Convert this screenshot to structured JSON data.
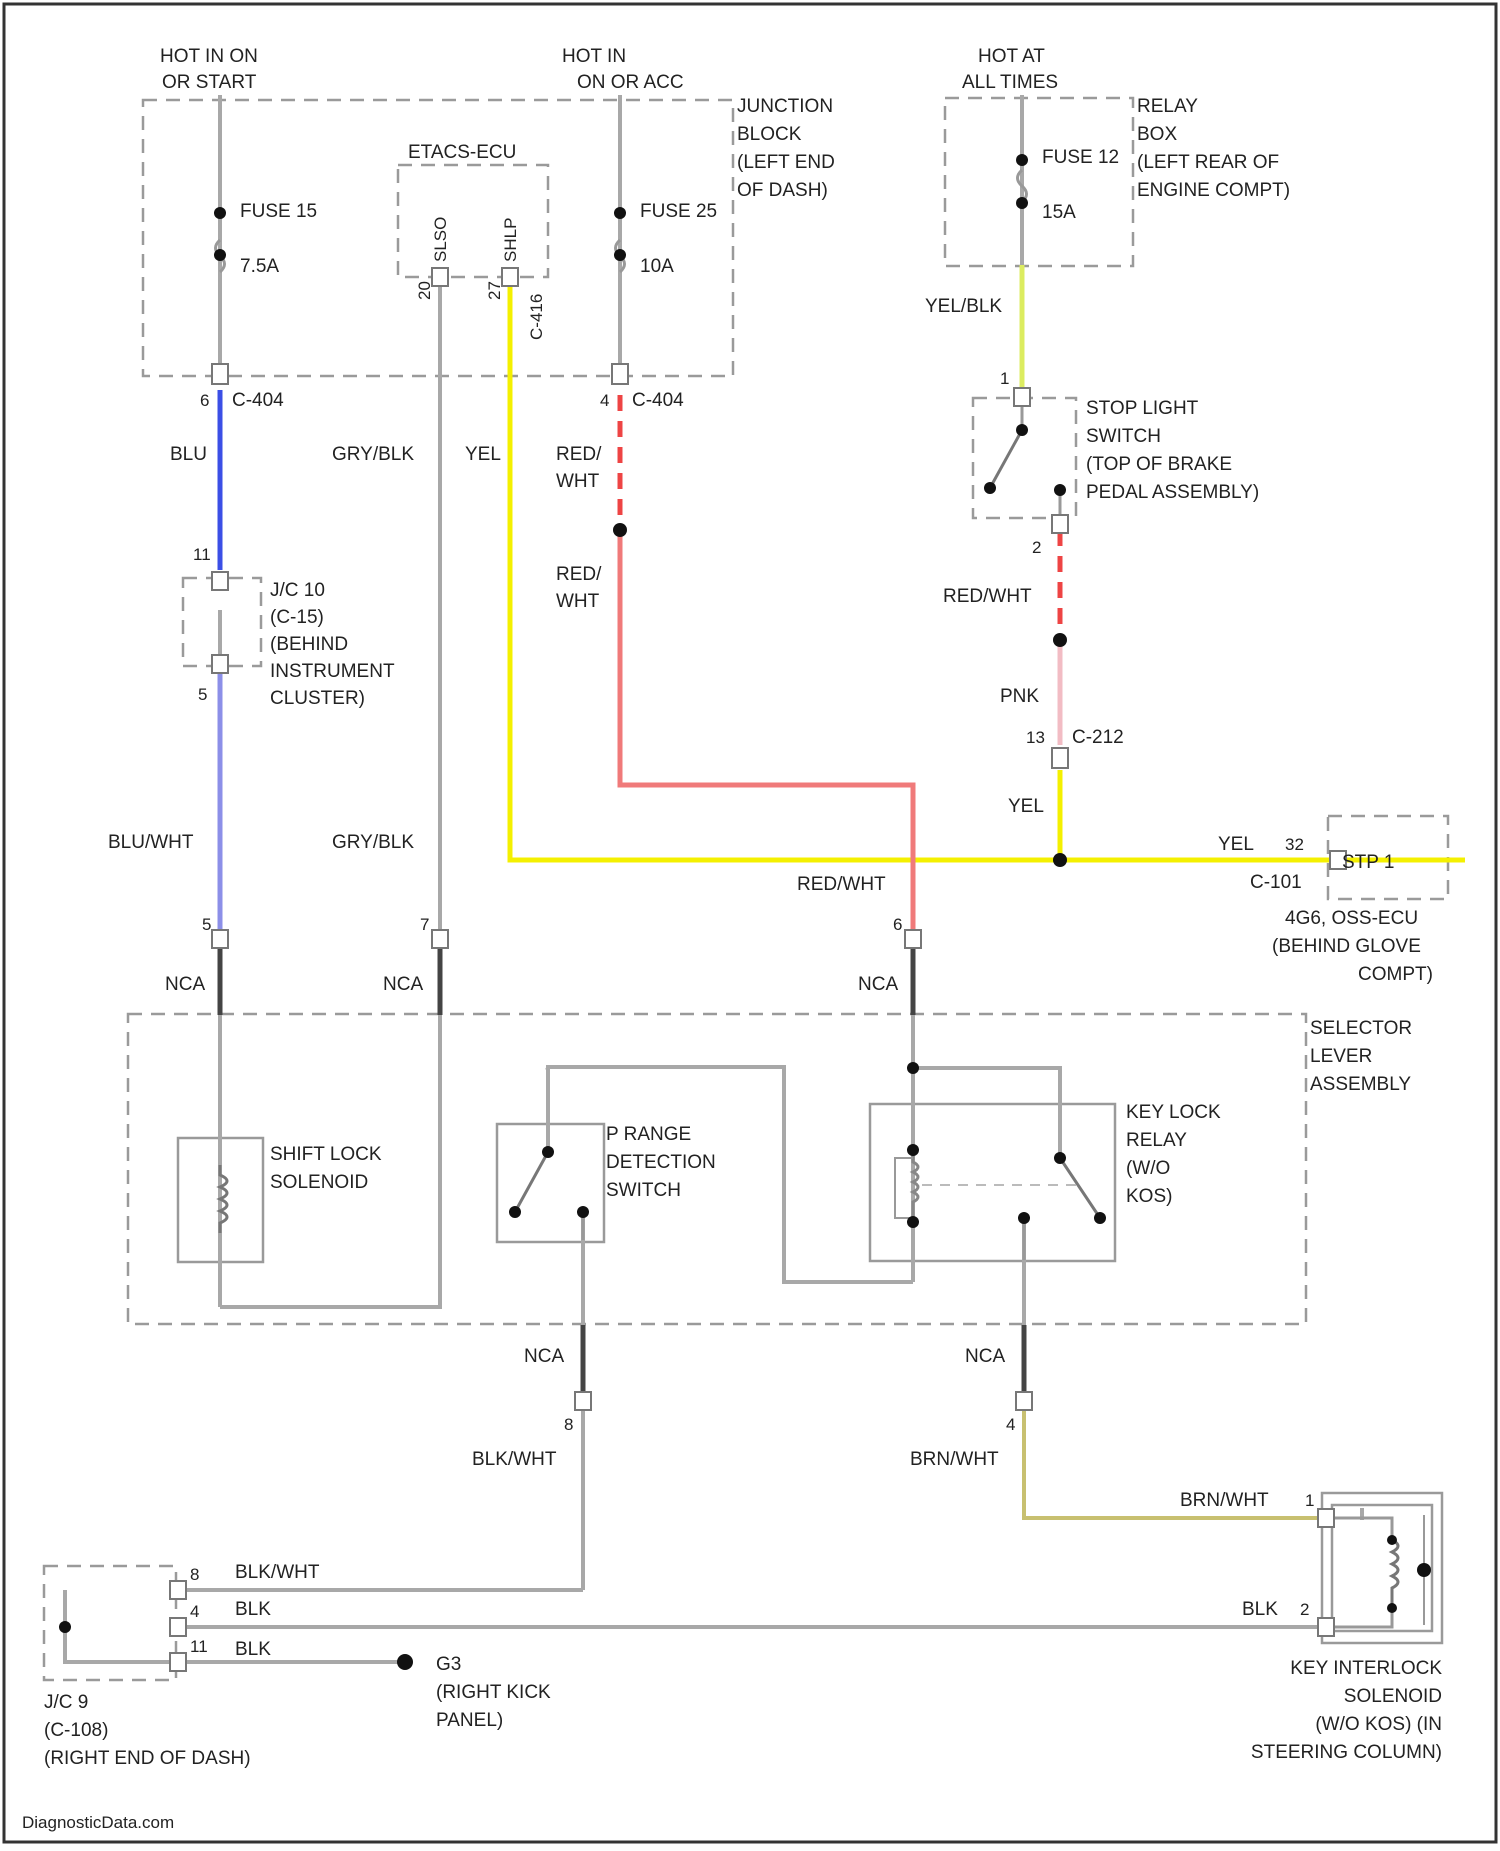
{
  "labels": {
    "hot_on_start": [
      "HOT IN ON",
      "OR START"
    ],
    "hot_on_acc": [
      "HOT IN",
      "ON OR ACC"
    ],
    "hot_all_times": [
      "HOT AT",
      "ALL TIMES"
    ],
    "junction_block": [
      "JUNCTION",
      "BLOCK",
      "(LEFT END",
      "OF DASH)"
    ],
    "relay_box": [
      "RELAY",
      "BOX",
      "(LEFT REAR OF",
      "ENGINE COMPT)"
    ],
    "etacs_ecu": "ETACS-ECU",
    "fuse15": "FUSE 15",
    "fuse15_amp": "7.5A",
    "fuse25": "FUSE 25",
    "fuse25_amp": "10A",
    "fuse12": "FUSE 12",
    "fuse12_amp": "15A",
    "pin_sld": "SLSO",
    "pin_sl": "SHLP",
    "pin20": "20",
    "pin27": "27",
    "c416": "C-416",
    "c404_left": "C-404",
    "c404_right": "C-404",
    "pin6_left": "6",
    "pin4_right": "4",
    "blu": "BLU",
    "gry_blk_1": "GRY/BLK",
    "yel_1": "YEL",
    "red_wht_1": [
      "RED/",
      "WHT"
    ],
    "red_wht_2": [
      "RED/",
      "WHT"
    ],
    "yel_blk": "YEL/BLK",
    "stop_light_switch": [
      "STOP LIGHT",
      "SWITCH",
      "(TOP OF BRAKE",
      "PEDAL ASSEMBLY)"
    ],
    "sl_pin1": "1",
    "sl_pin2": "2",
    "red_wht_3": "RED/WHT",
    "pnk": "PNK",
    "c212_pin": "13",
    "c212": "C-212",
    "yel_2": "YEL",
    "jc10_pin11": "11",
    "jc10": [
      "J/C 10",
      "(C-15)",
      "(BEHIND",
      "INSTRUMENT",
      "CLUSTER)"
    ],
    "jc10_pin5": "5",
    "blu_wht": "BLU/WHT",
    "gry_blk_2": "GRY/BLK",
    "red_wht_4": "RED/WHT",
    "yel_3": "YEL",
    "pin32": "32",
    "stp": "STP 1",
    "c101": "C-101",
    "ecu_name": [
      "4G6, OSS-ECU",
      "(BEHIND GLOVE",
      "COMPT)"
    ],
    "pin5": "5",
    "pin7": "7",
    "pin6": "6",
    "nca_1": "NCA",
    "nca_2": "NCA",
    "nca_3": "NCA",
    "selector": [
      "SELECTOR",
      "LEVER",
      "ASSEMBLY"
    ],
    "shift_lock": [
      "SHIFT LOCK",
      "SOLENOID"
    ],
    "p_range": [
      "P RANGE",
      "DETECTION",
      "SWITCH"
    ],
    "key_lock_relay": [
      "KEY LOCK",
      "RELAY",
      "(W/O",
      "KOS)"
    ],
    "nca_4": "NCA",
    "nca_5": "NCA",
    "pin8": "8",
    "pin4": "4",
    "blk_wht_1": "BLK/WHT",
    "brn_wht_1": "BRN/WHT",
    "brn_wht_2": "BRN/WHT",
    "ki_pin1": "1",
    "ki_pin2": "2",
    "blk_wht_2": "BLK/WHT",
    "blk_1": "BLK",
    "blk_2": "BLK",
    "blk_3": "BLK",
    "jc9_pin8": "8",
    "jc9_pin4": "4",
    "jc9_pin11": "11",
    "g3": "G3",
    "kick_panel": [
      "(RIGHT KICK",
      "PANEL)"
    ],
    "jc9": [
      "J/C 9",
      "(C-108)",
      "(RIGHT END OF DASH)"
    ],
    "key_interlock": [
      "KEY INTERLOCK",
      "SOLENOID",
      "(W/O KOS) (IN",
      "STEERING COLUMN)"
    ],
    "watermark": "DiagnosticData.com"
  },
  "colors": {
    "blue": "#3b4fe6",
    "light_blue": "#8c8fe8",
    "yellow": "#f4f000",
    "red": "#ee4444",
    "light_red": "#f07a7a",
    "pink": "#f2bcc4",
    "light_yellow": "#dcec60",
    "tan": "#c8c070",
    "gray": "#a8a8a8",
    "dark": "#222222"
  }
}
